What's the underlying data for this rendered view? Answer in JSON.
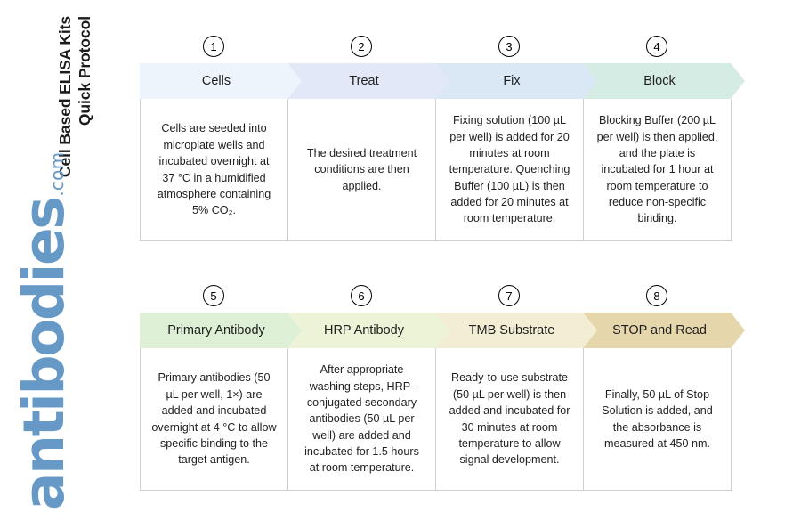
{
  "title": {
    "line1": "Cell Based ELISA Kits",
    "line2": "Quick Protocol"
  },
  "logo": {
    "brand": "antibodies",
    "tld": ".com",
    "color": "#6699c6"
  },
  "diagram": {
    "type": "process-flow-chevron",
    "rows": [
      {
        "id": "row-1",
        "steps": [
          {
            "number": "1",
            "label": "Cells",
            "fill": "#eef4fb",
            "stroke": "#7a9cc0",
            "body": "Cells are seeded into microplate wells and incubated overnight at 37 °C in a humidified atmosphere containing 5% CO₂."
          },
          {
            "number": "2",
            "label": "Treat",
            "fill": "#e2e8f8",
            "stroke": "#3c5a8a",
            "body": "The desired treatment conditions are then applied."
          },
          {
            "number": "3",
            "label": "Fix",
            "fill": "#dae8f6",
            "stroke": "#3c6490",
            "body": "Fixing solution (100 µL per well) is added for 20 minutes at room temperature. Quenching Buffer (100 µL) is then added for 20 minutes at room temperature."
          },
          {
            "number": "4",
            "label": "Block",
            "fill": "#d5ece5",
            "stroke": "#3d6b66",
            "body": "Blocking Buffer (200 µL per well) is then applied, and the plate is incubated for 1 hour at room temperature to reduce non-specific binding."
          }
        ]
      },
      {
        "id": "row-2",
        "steps": [
          {
            "number": "5",
            "label": "Primary Antibody",
            "fill": "#ddf0d6",
            "stroke": "#3f7d2e",
            "body": "Primary antibodies (50 µL per well, 1×) are added and incubated overnight at 4 °C to allow specific binding to the target antigen."
          },
          {
            "number": "6",
            "label": "HRP Antibody",
            "fill": "#edf3d7",
            "stroke": "#6e7a2c",
            "body": "After appropriate washing steps, HRP-conjugated secondary antibodies (50 µL per well) are added and incubated for 1.5 hours at room temperature."
          },
          {
            "number": "7",
            "label": "TMB Substrate",
            "fill": "#f3eed3",
            "stroke": "#9a7f2a",
            "body": "Ready-to-use substrate (50 µL per well) is then added and incubated for 30 minutes at room temperature to allow signal development."
          },
          {
            "number": "8",
            "label": "STOP and Read",
            "fill": "#e6d6ab",
            "stroke": "#9a7f2a",
            "body": "Finally, 50 µL of Stop Solution is added, and the absorbance is measured at 450 nm."
          }
        ]
      }
    ]
  }
}
